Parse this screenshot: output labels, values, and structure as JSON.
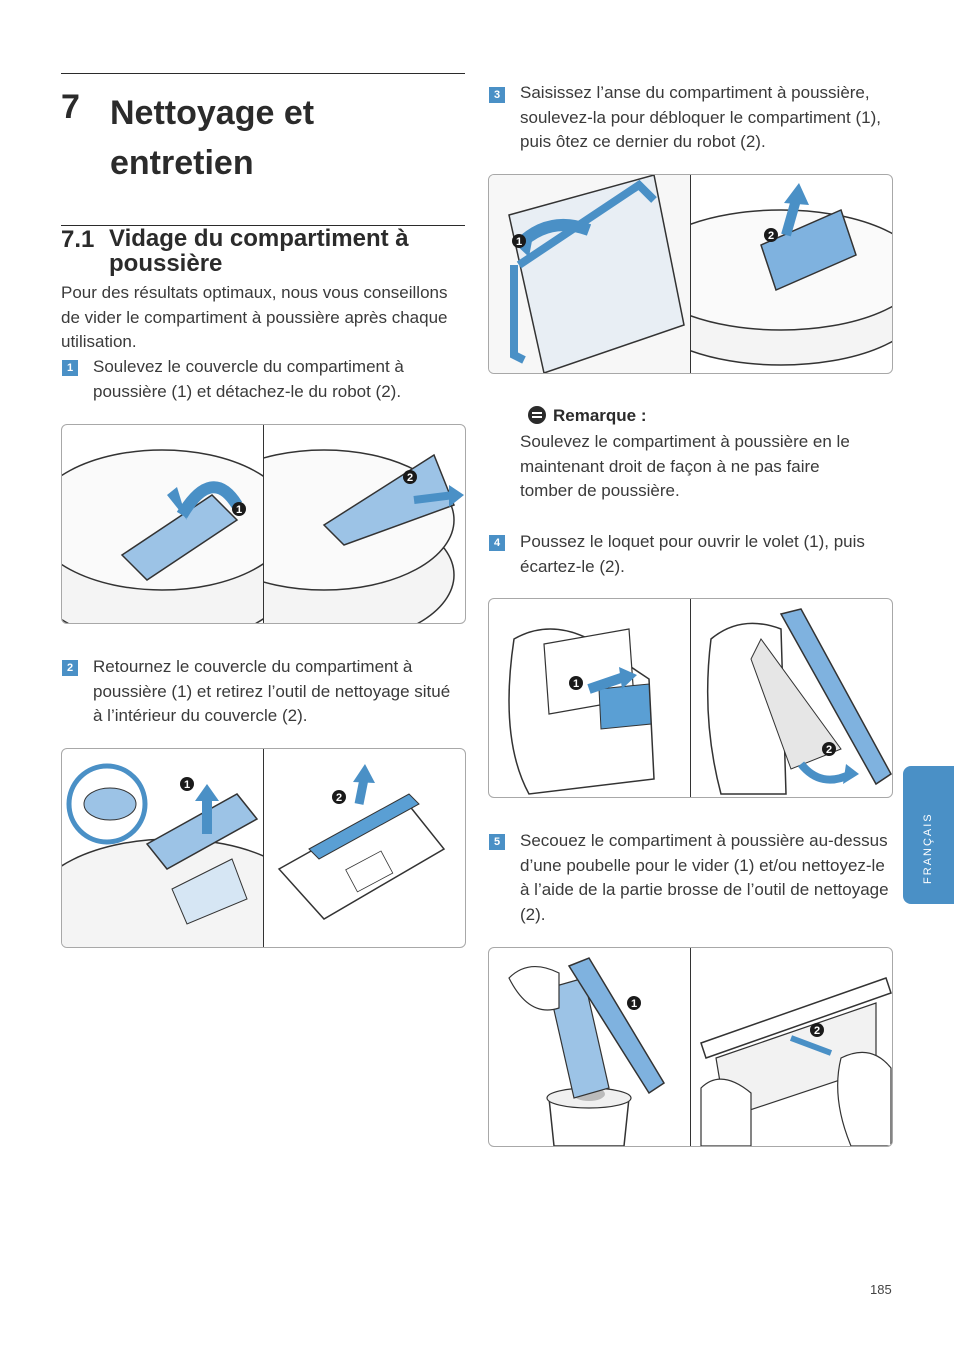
{
  "chapter": {
    "number": "7",
    "title": "Nettoyage et entretien"
  },
  "section": {
    "number": "7.1",
    "title": "Vidage du compartiment à poussière",
    "intro": "Pour des résultats optimaux, nous vous conseillons de vider le compartiment à poussière après chaque utilisation."
  },
  "steps": [
    {
      "num": "1",
      "text": "Soulevez le couvercle du compartiment à poussière (1) et détachez-le du robot (2)."
    },
    {
      "num": "2",
      "text": "Retournez le couvercle du compartiment à poussière (1) et retirez l’outil de nettoyage situé à l’intérieur du couvercle (2)."
    },
    {
      "num": "3",
      "text": "Saisissez l’anse du compartiment à poussière, soulevez-la pour débloquer le compartiment (1), puis ôtez ce dernier du robot (2)."
    },
    {
      "num": "4",
      "text": "Poussez le loquet pour ouvrir le volet (1), puis écartez-le (2)."
    },
    {
      "num": "5",
      "text": "Secouez le compartiment à poussière au-dessus d’une poubelle pour le vider (1) et/ou nettoyez-le à l’aide de la partie brosse de l’outil de nettoyage (2)."
    }
  ],
  "note": {
    "title": "Remarque :",
    "text": "Soulevez le compartiment à poussière en le maintenant droit de façon à ne pas faire tomber de poussière."
  },
  "callouts": {
    "one": "1",
    "two": "2"
  },
  "side_tab": "FRANÇAIS",
  "page_number": "185",
  "colors": {
    "accent": "#4a90c6",
    "part_fill": "#9cc3e6",
    "text": "#2b2b2b"
  }
}
